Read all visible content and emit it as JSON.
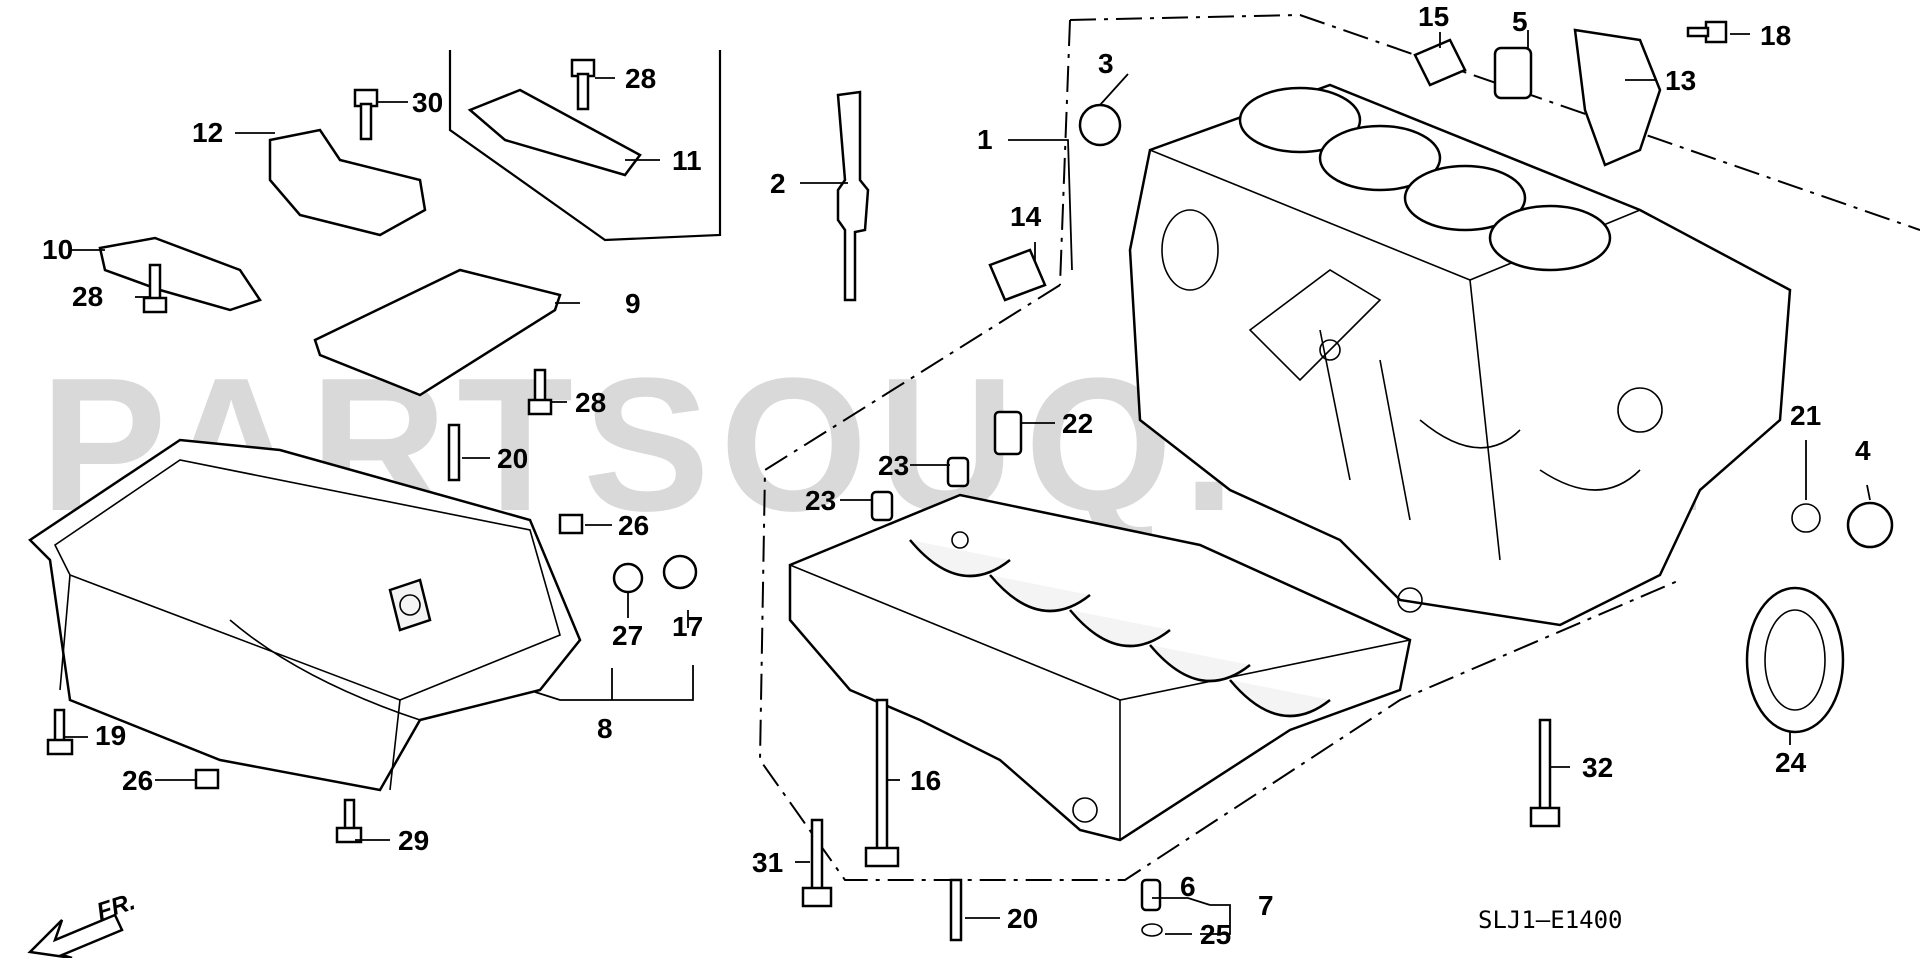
{
  "watermark": "PARTSOUQ.COM",
  "diagram_code": "SLJ1—E1400",
  "front_label": "FR.",
  "callouts": [
    "1",
    "2",
    "3",
    "4",
    "5",
    "6",
    "7",
    "8",
    "9",
    "10",
    "11",
    "12",
    "13",
    "14",
    "15",
    "16",
    "17",
    "18",
    "19",
    "20",
    "20",
    "21",
    "22",
    "23",
    "23",
    "24",
    "25",
    "26",
    "26",
    "27",
    "28",
    "28",
    "28",
    "29",
    "30",
    "31",
    "32"
  ]
}
